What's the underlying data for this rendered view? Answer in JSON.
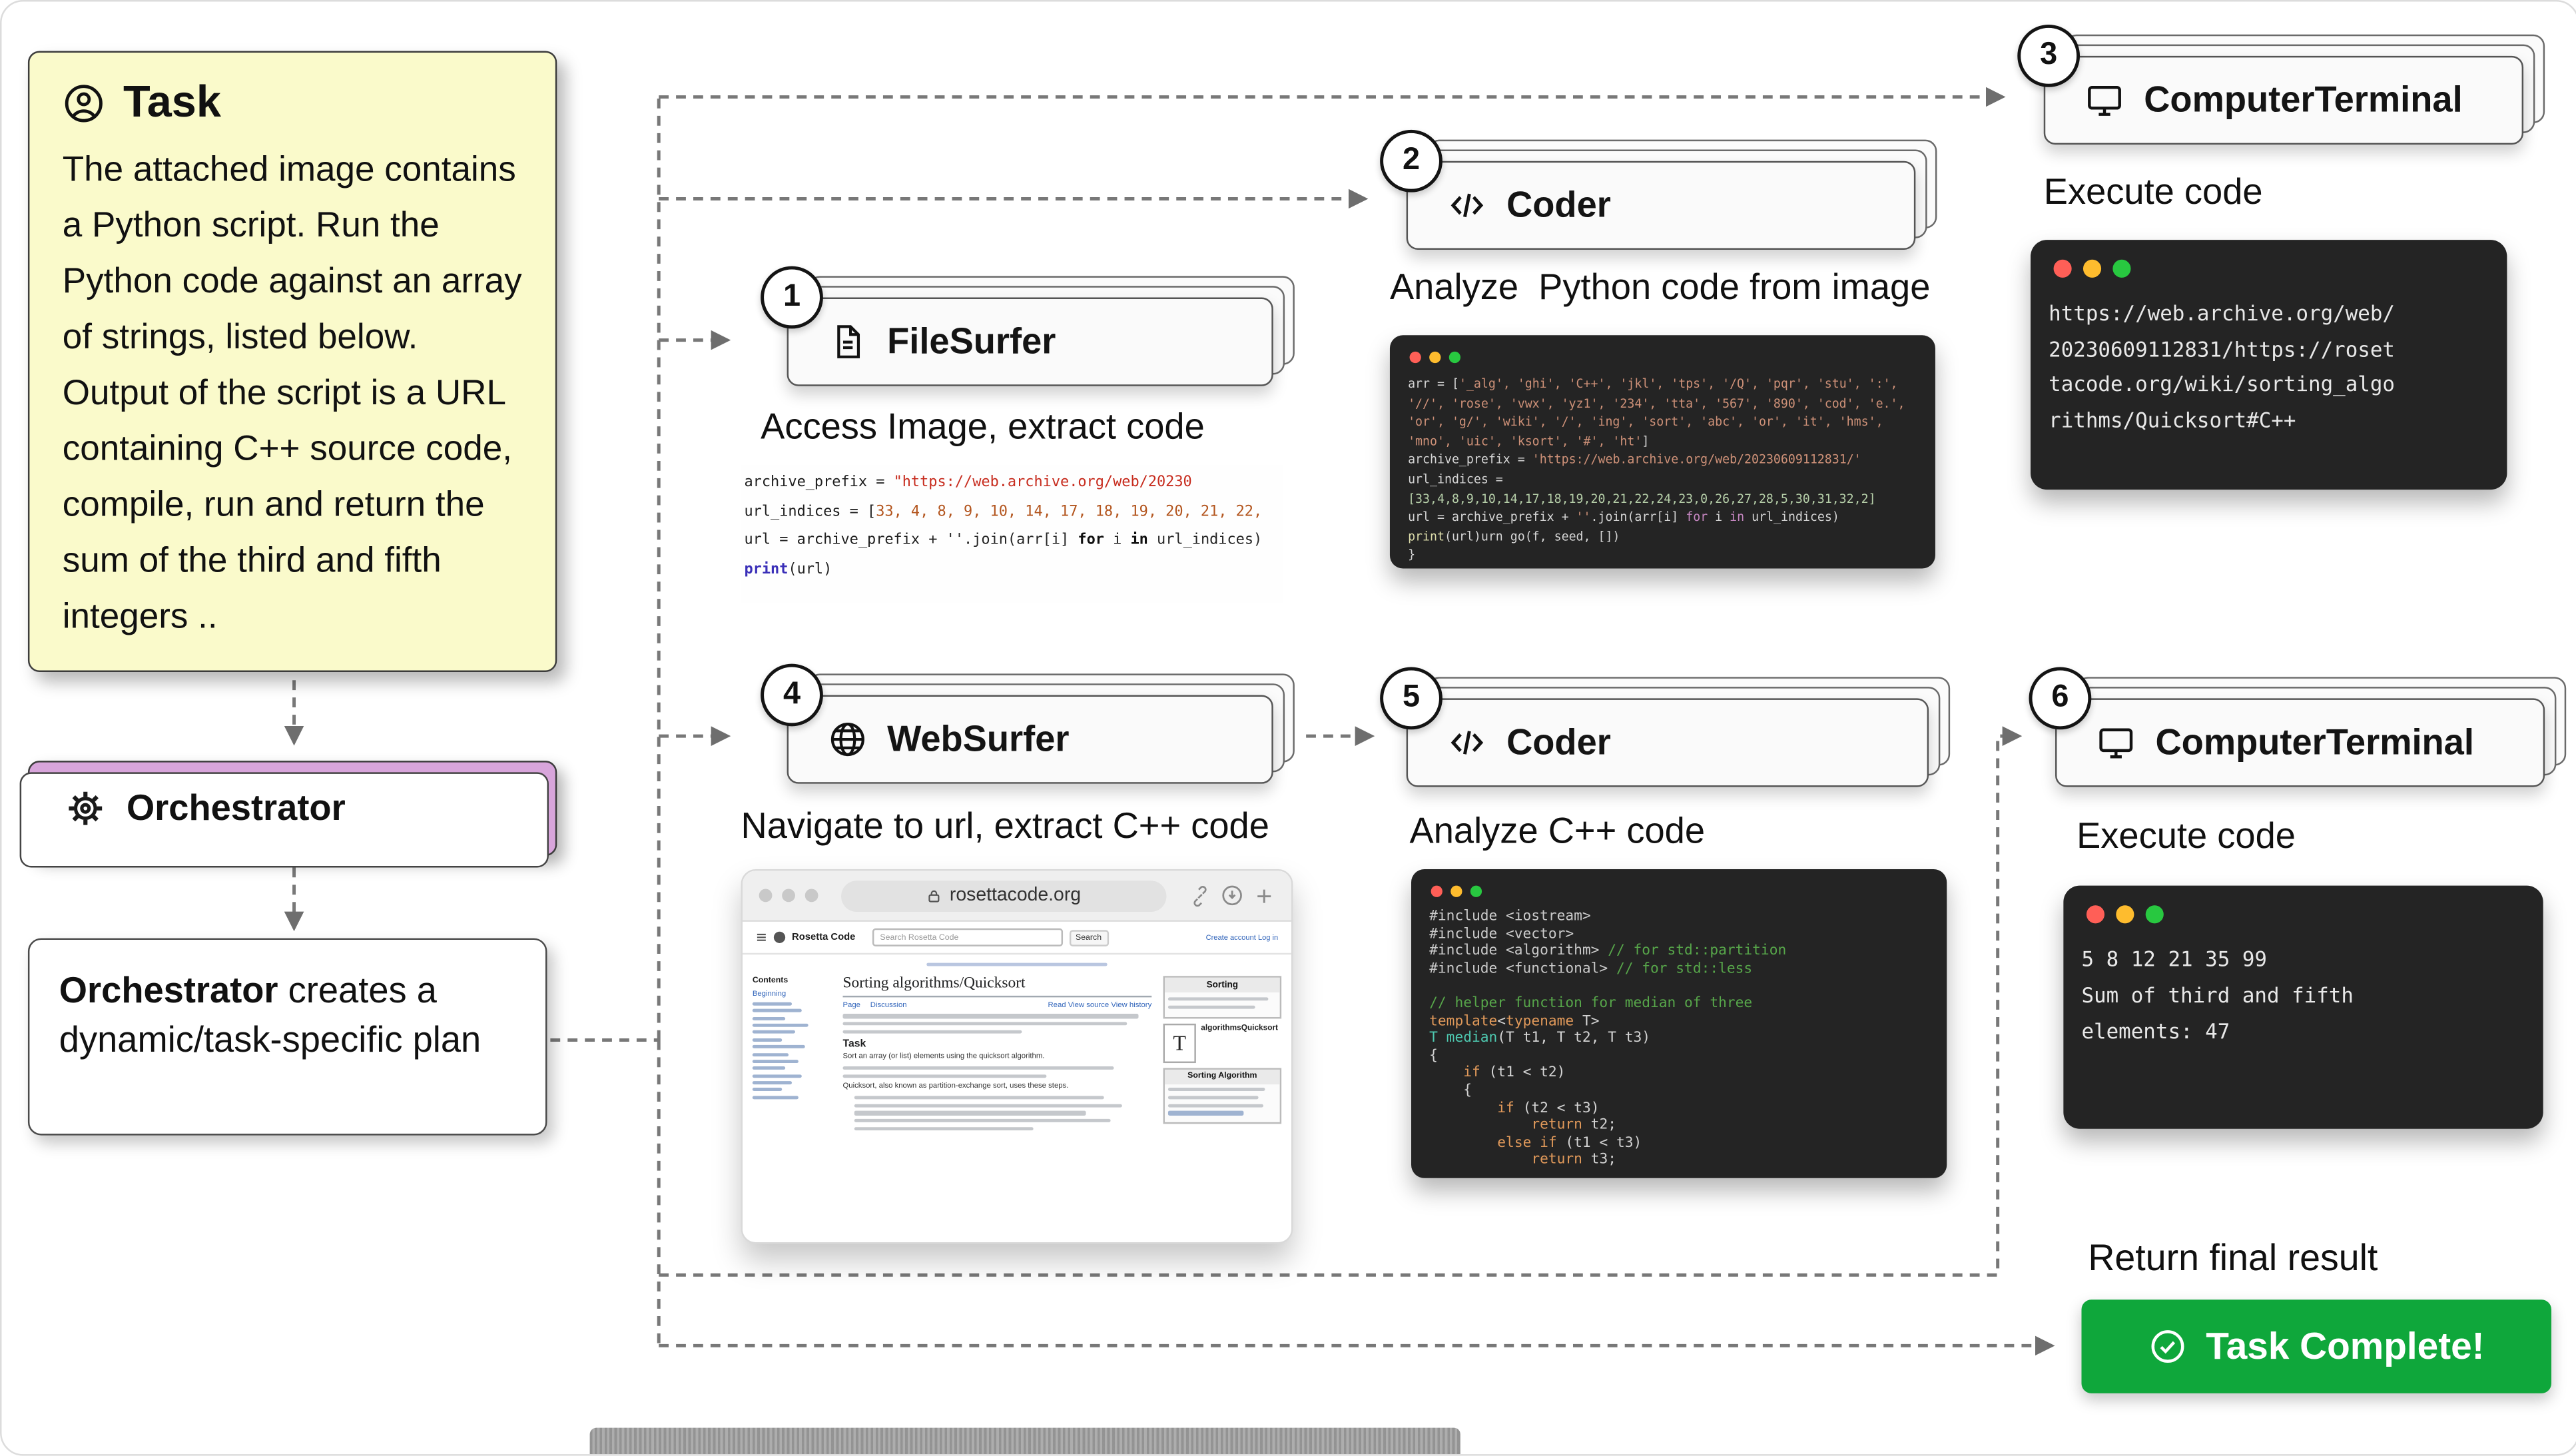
{
  "task": {
    "title": "Task",
    "body": "The attached image contains a Python script. Run the Python code against an array of strings, listed below. Output of the script is a URL containing C++ source code, compile, run and return the sum of the third and fifth integers ..",
    "bg": "#FAFACB"
  },
  "orchestrator": {
    "label": "Orchestrator",
    "bg": "#D8A5DB"
  },
  "plan": {
    "bold": "Orchestrator",
    "rest": " creates a dynamic/task-specific plan"
  },
  "agents": [
    {
      "number": "1",
      "name": "FileSurfer",
      "icon": "file-icon",
      "caption": "Access Image, extract code"
    },
    {
      "number": "2",
      "name": "Coder",
      "icon": "code-icon",
      "caption": "Analyze  Python code from image"
    },
    {
      "number": "3",
      "name": "ComputerTerminal",
      "icon": "monitor-icon",
      "caption": "Execute code"
    },
    {
      "number": "4",
      "name": "WebSurfer",
      "icon": "globe-icon",
      "caption": "Navigate to url, extract C++ code"
    },
    {
      "number": "5",
      "name": "Coder",
      "icon": "code-icon",
      "caption": "Analyze C++ code"
    },
    {
      "number": "6",
      "name": "ComputerTerminal",
      "icon": "monitor-icon",
      "caption": "Execute code"
    }
  ],
  "snippet_python_image": {
    "lines": [
      [
        [
          "v",
          "archive_prefix"
        ],
        [
          "p",
          " = "
        ],
        [
          "s",
          "\"https://web.archive.org/web/20230"
        ]
      ],
      [
        [
          "v",
          "url_indices"
        ],
        [
          "p",
          " = ["
        ],
        [
          "n",
          "33, 4, 8, 9, 10, 14, 17, 18, 19, 20, 21, 22,"
        ]
      ],
      [
        [
          "v",
          "url"
        ],
        [
          "p",
          " = "
        ],
        [
          "v",
          "archive_prefix"
        ],
        [
          "p",
          " + ''.join(arr[i] "
        ],
        [
          "k",
          "for"
        ],
        [
          "p",
          " i "
        ],
        [
          "k",
          "in"
        ],
        [
          "p",
          " url_indices)"
        ]
      ],
      [
        [
          "fn",
          "print"
        ],
        [
          "p",
          "(url)"
        ]
      ]
    ]
  },
  "code_python": {
    "lines": [
      [
        [
          "p",
          "arr = ["
        ],
        [
          "s",
          "'_alg', 'ghi', 'C++', 'jkl', 'tps', '/Q', 'pqr', 'stu', ':',"
        ]
      ],
      [
        [
          "s",
          "'//', 'rose', 'vwx', 'yz1', '234', 'tta', '567', '890', 'cod', 'e.',"
        ]
      ],
      [
        [
          "s",
          "'or', 'g/', 'wiki', '/', 'ing', 'sort', 'abc', 'or', 'it', 'hms',"
        ]
      ],
      [
        [
          "s",
          "'mno', 'uic', 'ksort', '#', 'ht'"
        ],
        [
          "p",
          "]"
        ]
      ],
      [
        [
          "p",
          "archive_prefix = "
        ],
        [
          "s",
          "'https://web.archive.org/web/20230609112831/'"
        ]
      ],
      [
        [
          "p",
          "url_indices ="
        ]
      ],
      [
        [
          "n",
          "[33,4,8,9,10,14,17,18,19,20,21,22,24,23,0,26,27,28,5,30,31,32,2]"
        ]
      ],
      [
        [
          "p",
          "url = archive_prefix + "
        ],
        [
          "s",
          "''"
        ],
        [
          "p",
          ".join(arr[i] "
        ],
        [
          "k",
          "for"
        ],
        [
          "p",
          " i "
        ],
        [
          "k",
          "in"
        ],
        [
          "p",
          " url_indices)"
        ]
      ],
      [
        [
          "fn",
          "print"
        ],
        [
          "p",
          "(url)urn go(f, seed, [])"
        ]
      ],
      [
        [
          "p",
          "}"
        ]
      ]
    ]
  },
  "terminal_url": {
    "lines": [
      [
        [
          "t",
          "https://web.archive.org/web/"
        ]
      ],
      [
        [
          "t",
          "20230609112831/https://roset"
        ]
      ],
      [
        [
          "t",
          "tacode.org/wiki/sorting_algo"
        ]
      ],
      [
        [
          "t",
          "rithms/Quicksort#C++"
        ]
      ]
    ]
  },
  "code_cpp": {
    "lines": [
      [
        [
          "pre",
          "#include <iostream>"
        ]
      ],
      [
        [
          "pre",
          "#include <vector>"
        ]
      ],
      [
        [
          "pre",
          "#include <algorithm> "
        ],
        [
          "com",
          "// for std::partition"
        ]
      ],
      [
        [
          "pre",
          "#include <functional> "
        ],
        [
          "com",
          "// for std::less"
        ]
      ],
      [
        [
          "p",
          ""
        ]
      ],
      [
        [
          "com",
          "// helper function for median of three"
        ]
      ],
      [
        [
          "k",
          "template"
        ],
        [
          "p",
          "<"
        ],
        [
          "k",
          "typename"
        ],
        [
          "p",
          " T>"
        ]
      ],
      [
        [
          "typ",
          "T median"
        ],
        [
          "p",
          "(T t1, T t2, T t3)"
        ]
      ],
      [
        [
          "p",
          "{"
        ]
      ],
      [
        [
          "p",
          "    "
        ],
        [
          "k",
          "if"
        ],
        [
          "p",
          " (t1 < t2)"
        ]
      ],
      [
        [
          "p",
          "    {"
        ]
      ],
      [
        [
          "p",
          "        "
        ],
        [
          "k",
          "if"
        ],
        [
          "p",
          " (t2 < t3)"
        ]
      ],
      [
        [
          "p",
          "            "
        ],
        [
          "k",
          "return"
        ],
        [
          "p",
          " t2;"
        ]
      ],
      [
        [
          "p",
          "        "
        ],
        [
          "k",
          "else if"
        ],
        [
          "p",
          " (t1 < t3)"
        ]
      ],
      [
        [
          "p",
          "            "
        ],
        [
          "k",
          "return"
        ],
        [
          "p",
          " t3;"
        ]
      ]
    ]
  },
  "terminal_result": {
    "lines": [
      [
        [
          "t",
          "5 8 12 21 35 99"
        ]
      ],
      [
        [
          "t",
          "Sum of third and fifth"
        ]
      ],
      [
        [
          "t",
          "elements: 47"
        ]
      ]
    ]
  },
  "browser": {
    "url": "rosettacode.org",
    "site_title": "Rosetta Code",
    "search_placeholder": "Search Rosetta Code",
    "search_button": "Search",
    "top_right": "Create account  Log in",
    "contents_label": "Contents",
    "sidebar_first": "Beginning",
    "page_title": "Sorting algorithms/Quicksort",
    "tab_page": "Page",
    "tab_discussion": "Discussion",
    "view_tabs": "Read  View source  View history",
    "task_heading": "Task",
    "task_snippet": "Sort an array (or list) elements using the  quicksort  algorithm.",
    "body_snippet": "Quicksort, also known as  partition-exchange sort,  uses these steps.",
    "infobox_sorting": "Sorting",
    "thumb_letter": "T",
    "infobox_caption": "algorithmsQuicksort",
    "infobox_algorithm": "Sorting Algorithm"
  },
  "final": {
    "label": "Return final result",
    "button": "Task Complete!",
    "button_color": "#0FA73B"
  },
  "colors": {
    "task_bg": "#FAFACB",
    "orchestrator_bg": "#D8A5DB",
    "terminal_bg": "#242424",
    "complete_green": "#0FA73B",
    "traffic_red": "#FF5F57",
    "traffic_yellow": "#FEBC2E",
    "traffic_green": "#28C840",
    "connector_gray": "#787878"
  },
  "icons": [
    "user-icon",
    "gear-icon",
    "file-icon",
    "code-icon",
    "monitor-icon",
    "globe-icon",
    "check-circle-icon",
    "padlock-icon",
    "link-icon",
    "download-icon",
    "plus-icon",
    "menu-icon"
  ]
}
